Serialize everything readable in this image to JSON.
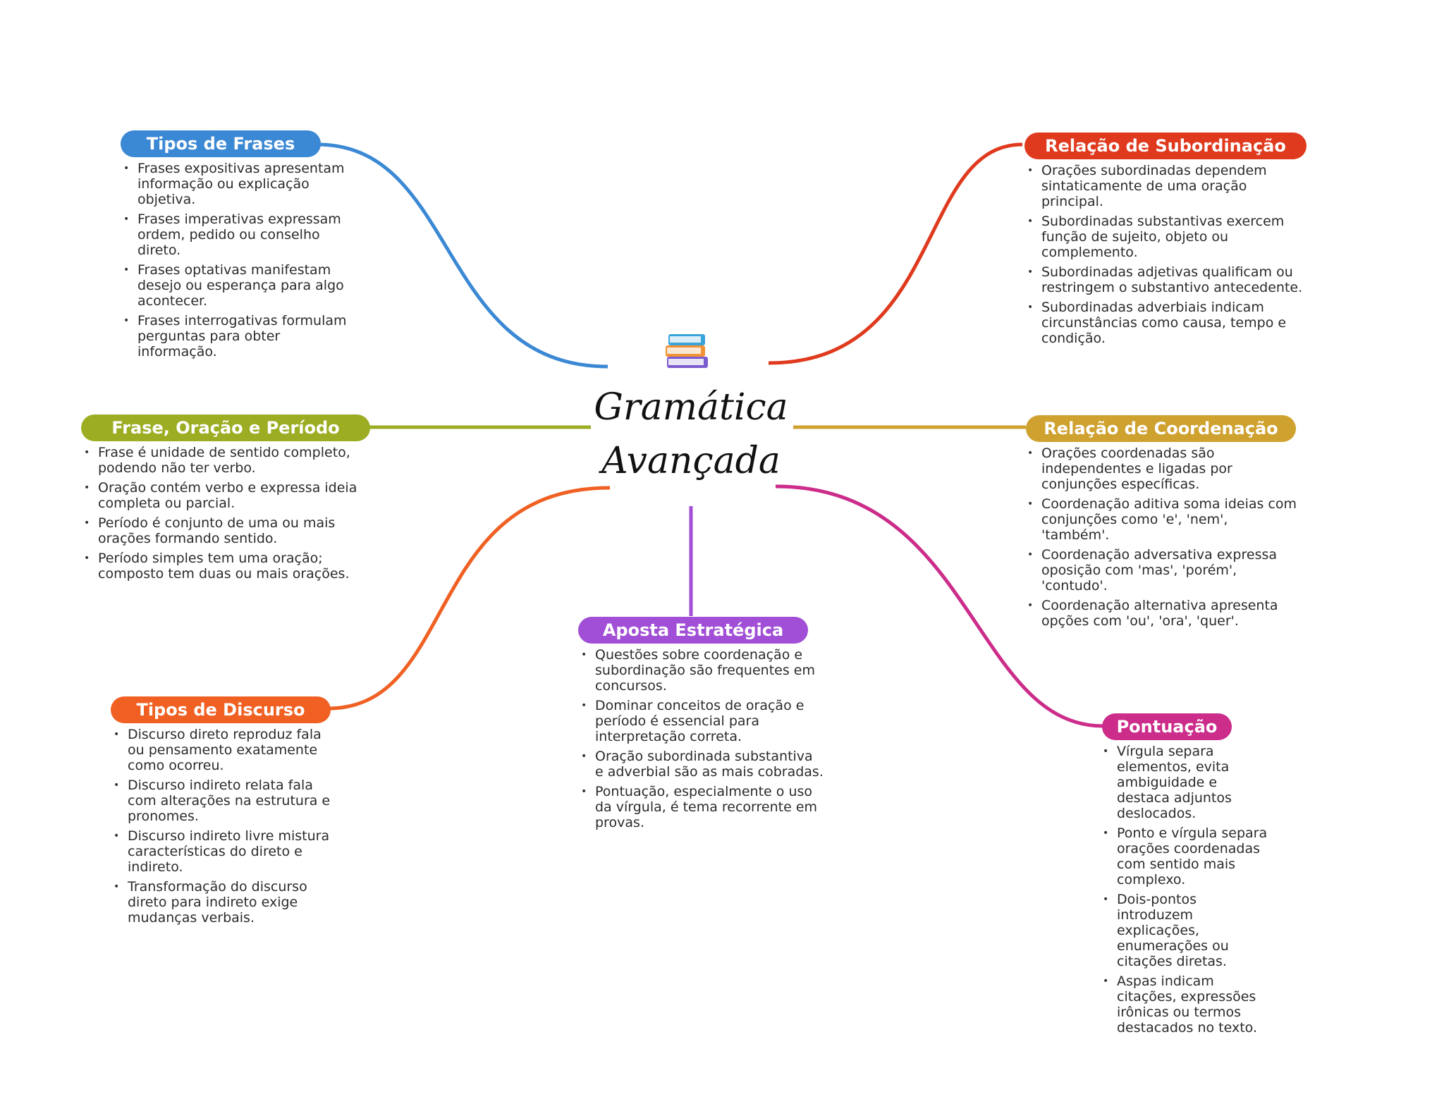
{
  "center": {
    "title_line1": "Gramática",
    "title_line2": "Avançada",
    "icon": "books-icon"
  },
  "branches": [
    {
      "id": "tipos-de-frases",
      "label": "Tipos de Frases",
      "color": "#3b88d4",
      "notes": [
        "Frases expositivas apresentam informação ou explicação objetiva.",
        "Frases imperativas expressam ordem, pedido ou conselho direto.",
        "Frases optativas manifestam desejo ou esperança para algo acontecer.",
        "Frases interrogativas formulam perguntas para obter informação."
      ]
    },
    {
      "id": "frase-oracao-periodo",
      "label": "Frase, Oração e Período",
      "color": "#9cad23",
      "notes": [
        "Frase é unidade de sentido completo, podendo não ter verbo.",
        "Oração contém verbo e expressa ideia completa ou parcial.",
        "Período é conjunto de uma ou mais orações formando sentido.",
        "Período simples tem uma oração; composto tem duas ou mais orações."
      ]
    },
    {
      "id": "tipos-de-discurso",
      "label": "Tipos de Discurso",
      "color": "#f06022",
      "notes": [
        "Discurso direto reproduz fala ou pensamento exatamente como ocorreu.",
        "Discurso indireto relata fala com alterações na estrutura e pronomes.",
        "Discurso indireto livre mistura características do direto e indireto.",
        "Transformação do discurso direto para indireto exige mudanças verbais."
      ]
    },
    {
      "id": "aposta-estrategica",
      "label": "Aposta Estratégica",
      "color": "#a14fd6",
      "notes": [
        "Questões sobre coordenação e subordinação são frequentes em concursos.",
        "Dominar conceitos de oração e período é essencial para interpretação correta.",
        "Oração subordinada substantiva e adverbial são as mais cobradas.",
        "Pontuação, especialmente o uso da vírgula, é tema recorrente em provas."
      ]
    },
    {
      "id": "relacao-subordinacao",
      "label": "Relação de Subordinação",
      "color": "#e03a1e",
      "notes": [
        "Orações subordinadas dependem sintaticamente de uma oração principal.",
        "Subordinadas substantivas exercem função de sujeito, objeto ou complemento.",
        "Subordinadas adjetivas qualificam ou restringem o substantivo antecedente.",
        "Subordinadas adverbiais indicam circunstâncias como causa, tempo e condição."
      ]
    },
    {
      "id": "relacao-coordenacao",
      "label": "Relação de Coordenação",
      "color": "#cfa12f",
      "notes": [
        "Orações coordenadas são independentes e ligadas por conjunções específicas.",
        "Coordenação aditiva soma ideias com conjunções como 'e', 'nem', 'também'.",
        "Coordenação adversativa expressa oposição com 'mas', 'porém', 'contudo'.",
        "Coordenação alternativa apresenta opções com 'ou', 'ora', 'quer'."
      ]
    },
    {
      "id": "pontuacao",
      "label": "Pontuação",
      "color": "#cc2c8a",
      "notes": [
        "Vírgula separa elementos, evita ambiguidade e destaca adjuntos deslocados.",
        "Ponto e vírgula separa orações coordenadas com sentido mais complexo.",
        "Dois-pontos introduzem explicações, enumerações ou citações diretas.",
        "Aspas indicam citações, expressões irônicas ou termos destacados no texto."
      ]
    }
  ]
}
